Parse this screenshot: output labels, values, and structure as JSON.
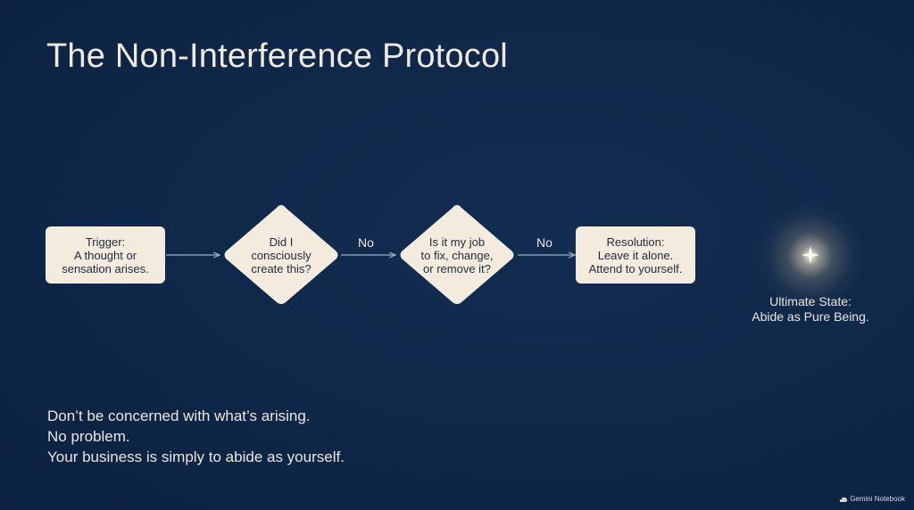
{
  "title": "The Non-Interference Protocol",
  "nodes": {
    "trigger": {
      "lines": [
        "Trigger:",
        "A thought or",
        "sensation arises."
      ]
    },
    "decision1": {
      "lines": [
        "Did I",
        "consciously",
        "create this?"
      ]
    },
    "decision2": {
      "lines": [
        "Is it my job",
        "to fix, change,",
        "or remove it?"
      ]
    },
    "resolution": {
      "lines": [
        "Resolution:",
        "Leave it alone.",
        "Attend to yourself."
      ]
    }
  },
  "edge_labels": {
    "no1": "No",
    "no2": "No"
  },
  "ultimate": {
    "lines": [
      "Ultimate State:",
      "Abide as Pure Being."
    ]
  },
  "footer": {
    "lines": [
      "Don’t be concerned with what’s arising.",
      "No problem.",
      "Your business is simply to abide as yourself."
    ]
  },
  "brand": {
    "label": "Gemini Notebook"
  },
  "colors": {
    "background": "#0f2748",
    "node_fill": "#f4ebdf",
    "node_text": "#1e2b3c",
    "text_light": "#efe9e0",
    "connector": "#9fb0c6"
  }
}
